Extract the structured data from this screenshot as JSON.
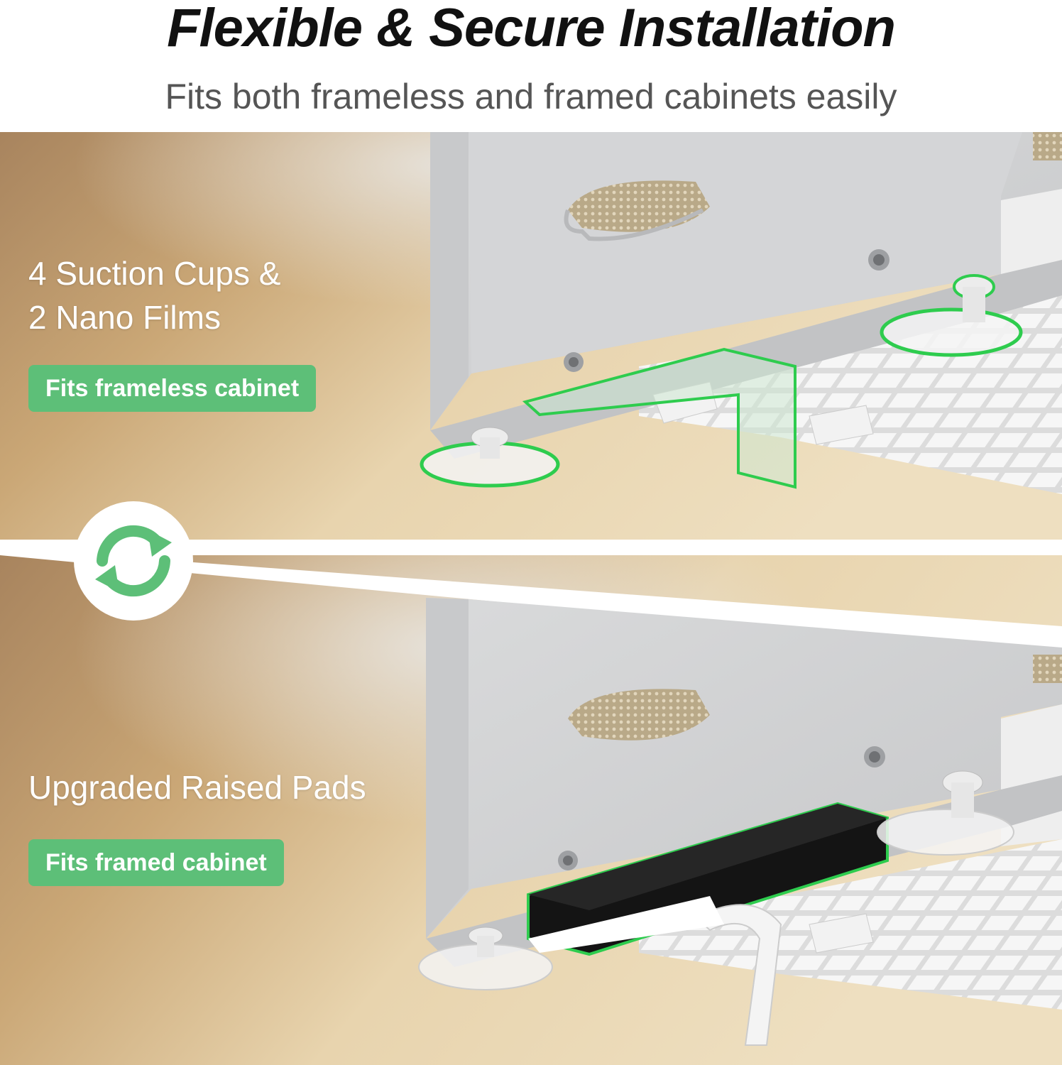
{
  "header": {
    "title": "Flexible & Secure Installation",
    "subtitle": "Fits both frameless and framed cabinets easily"
  },
  "top_panel": {
    "feature_line1": "4 Suction Cups &",
    "feature_line2": "2 Nano Films",
    "badge": "Fits frameless cabinet"
  },
  "bottom_panel": {
    "feature": "Upgraded Raised Pads",
    "badge": "Fits framed cabinet"
  },
  "icons": {
    "swap": "circular-arrows-icon"
  },
  "colors": {
    "accent_green": "#5dbf78",
    "highlight_green": "#2ecc4e",
    "text_dark": "#111111",
    "text_gray": "#555555"
  }
}
